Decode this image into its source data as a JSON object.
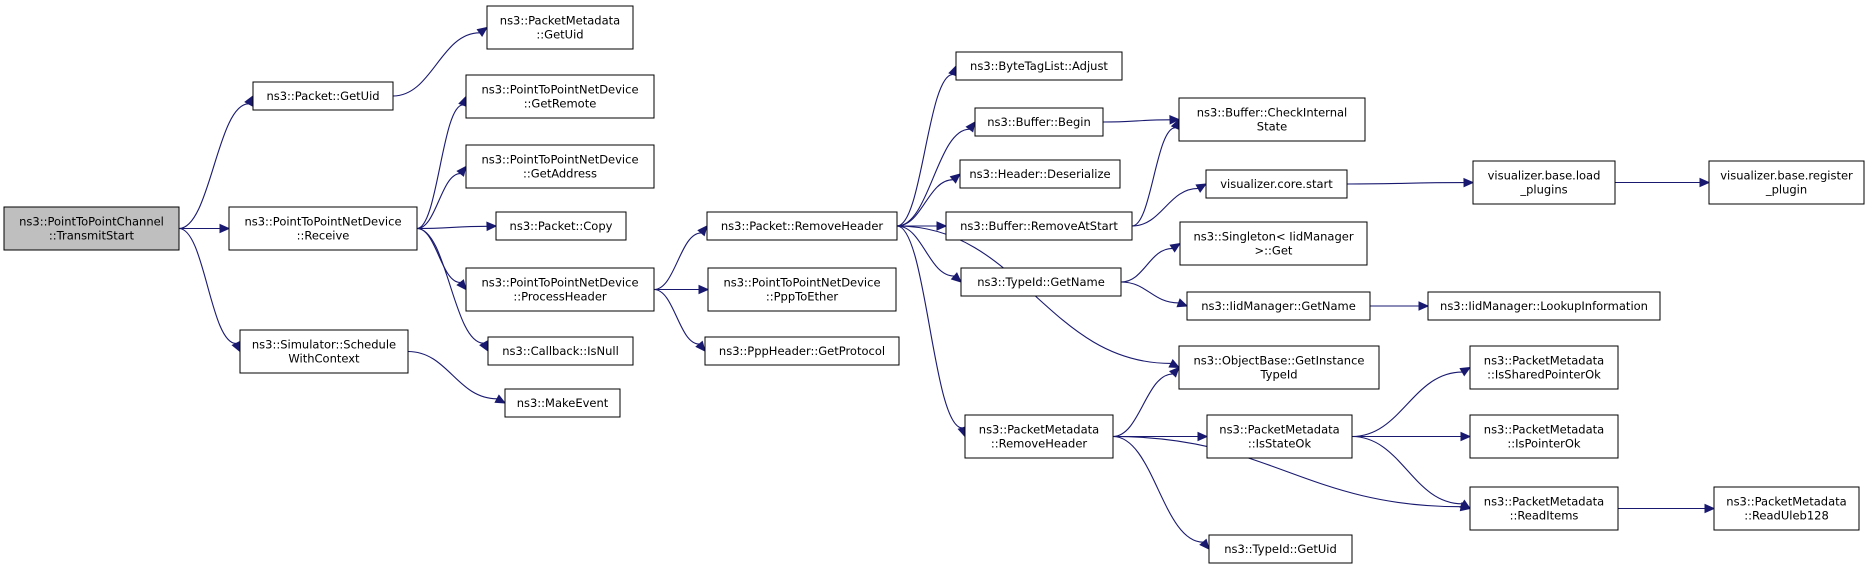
{
  "colors": {
    "edge": "#191970",
    "node_fill": "#ffffff",
    "root_fill": "#bfbfbf",
    "node_border": "#000000"
  },
  "nodes": [
    {
      "id": "transmit_start",
      "lines": [
        "ns3::PointToPointChannel",
        "::TransmitStart"
      ],
      "root": true
    },
    {
      "id": "packet_getuid",
      "lines": [
        "ns3::Packet::GetUid"
      ]
    },
    {
      "id": "p2p_receive",
      "lines": [
        "ns3::PointToPointNetDevice",
        "::Receive"
      ]
    },
    {
      "id": "sim_schedule",
      "lines": [
        "ns3::Simulator::Schedule",
        "WithContext"
      ]
    },
    {
      "id": "pm_getuid",
      "lines": [
        "ns3::PacketMetadata",
        "::GetUid"
      ]
    },
    {
      "id": "p2p_getremote",
      "lines": [
        "ns3::PointToPointNetDevice",
        "::GetRemote"
      ]
    },
    {
      "id": "p2p_getaddress",
      "lines": [
        "ns3::PointToPointNetDevice",
        "::GetAddress"
      ]
    },
    {
      "id": "packet_copy",
      "lines": [
        "ns3::Packet::Copy"
      ]
    },
    {
      "id": "p2p_processheader",
      "lines": [
        "ns3::PointToPointNetDevice",
        "::ProcessHeader"
      ]
    },
    {
      "id": "callback_isnull",
      "lines": [
        "ns3::Callback::IsNull"
      ]
    },
    {
      "id": "makeevent",
      "lines": [
        "ns3::MakeEvent"
      ]
    },
    {
      "id": "packet_removeheader",
      "lines": [
        "ns3::Packet::RemoveHeader"
      ]
    },
    {
      "id": "p2p_ppptoether",
      "lines": [
        "ns3::PointToPointNetDevice",
        "::PppToEther"
      ]
    },
    {
      "id": "ppp_getprotocol",
      "lines": [
        "ns3::PppHeader::GetProtocol"
      ]
    },
    {
      "id": "bytetag_adjust",
      "lines": [
        "ns3::ByteTagList::Adjust"
      ]
    },
    {
      "id": "buffer_begin",
      "lines": [
        "ns3::Buffer::Begin"
      ]
    },
    {
      "id": "header_deserialize",
      "lines": [
        "ns3::Header::Deserialize"
      ]
    },
    {
      "id": "buffer_removeatstart",
      "lines": [
        "ns3::Buffer::RemoveAtStart"
      ]
    },
    {
      "id": "typeid_getname",
      "lines": [
        "ns3::TypeId::GetName"
      ]
    },
    {
      "id": "pm_removeheader",
      "lines": [
        "ns3::PacketMetadata",
        "::RemoveHeader"
      ]
    },
    {
      "id": "buffer_checkinternal",
      "lines": [
        "ns3::Buffer::CheckInternal",
        "State"
      ]
    },
    {
      "id": "vis_core_start",
      "lines": [
        "visualizer.core.start"
      ]
    },
    {
      "id": "singleton_get",
      "lines": [
        "ns3::Singleton< IidManager",
        ">::Get"
      ]
    },
    {
      "id": "iid_getname",
      "lines": [
        "ns3::IidManager::GetName"
      ]
    },
    {
      "id": "objbase_getinstance",
      "lines": [
        "ns3::ObjectBase::GetInstance",
        "TypeId"
      ]
    },
    {
      "id": "pm_isstateok",
      "lines": [
        "ns3::PacketMetadata",
        "::IsStateOk"
      ]
    },
    {
      "id": "typeid_getuid",
      "lines": [
        "ns3::TypeId::GetUid"
      ]
    },
    {
      "id": "vis_load_plugins",
      "lines": [
        "visualizer.base.load",
        "_plugins"
      ]
    },
    {
      "id": "iid_lookupinfo",
      "lines": [
        "ns3::IidManager::LookupInformation"
      ]
    },
    {
      "id": "pm_issharedpointerok",
      "lines": [
        "ns3::PacketMetadata",
        "::IsSharedPointerOk"
      ]
    },
    {
      "id": "pm_ispointerok",
      "lines": [
        "ns3::PacketMetadata",
        "::IsPointerOk"
      ]
    },
    {
      "id": "pm_readitems",
      "lines": [
        "ns3::PacketMetadata",
        "::ReadItems"
      ]
    },
    {
      "id": "vis_register_plugin",
      "lines": [
        "visualizer.base.register",
        "_plugin"
      ]
    },
    {
      "id": "pm_readuleb128",
      "lines": [
        "ns3::PacketMetadata",
        "::ReadUleb128"
      ]
    }
  ],
  "edges": [
    [
      "transmit_start",
      "packet_getuid"
    ],
    [
      "transmit_start",
      "p2p_receive"
    ],
    [
      "transmit_start",
      "sim_schedule"
    ],
    [
      "packet_getuid",
      "pm_getuid"
    ],
    [
      "p2p_receive",
      "p2p_getremote"
    ],
    [
      "p2p_receive",
      "p2p_getaddress"
    ],
    [
      "p2p_receive",
      "packet_copy"
    ],
    [
      "p2p_receive",
      "p2p_processheader"
    ],
    [
      "p2p_receive",
      "callback_isnull"
    ],
    [
      "sim_schedule",
      "makeevent"
    ],
    [
      "p2p_processheader",
      "packet_removeheader"
    ],
    [
      "p2p_processheader",
      "p2p_ppptoether"
    ],
    [
      "p2p_processheader",
      "ppp_getprotocol"
    ],
    [
      "packet_removeheader",
      "bytetag_adjust"
    ],
    [
      "packet_removeheader",
      "buffer_begin"
    ],
    [
      "packet_removeheader",
      "header_deserialize"
    ],
    [
      "packet_removeheader",
      "buffer_removeatstart"
    ],
    [
      "packet_removeheader",
      "typeid_getname"
    ],
    [
      "packet_removeheader",
      "objbase_getinstance"
    ],
    [
      "packet_removeheader",
      "pm_removeheader"
    ],
    [
      "buffer_begin",
      "buffer_checkinternal"
    ],
    [
      "buffer_removeatstart",
      "buffer_checkinternal"
    ],
    [
      "buffer_removeatstart",
      "vis_core_start"
    ],
    [
      "typeid_getname",
      "singleton_get"
    ],
    [
      "typeid_getname",
      "iid_getname"
    ],
    [
      "pm_removeheader",
      "objbase_getinstance"
    ],
    [
      "pm_removeheader",
      "pm_isstateok"
    ],
    [
      "pm_removeheader",
      "pm_readitems"
    ],
    [
      "pm_removeheader",
      "typeid_getuid"
    ],
    [
      "vis_core_start",
      "vis_load_plugins"
    ],
    [
      "vis_load_plugins",
      "vis_register_plugin"
    ],
    [
      "iid_getname",
      "iid_lookupinfo"
    ],
    [
      "pm_isstateok",
      "pm_issharedpointerok"
    ],
    [
      "pm_isstateok",
      "pm_ispointerok"
    ],
    [
      "pm_isstateok",
      "pm_readitems"
    ],
    [
      "pm_readitems",
      "pm_readuleb128"
    ]
  ]
}
